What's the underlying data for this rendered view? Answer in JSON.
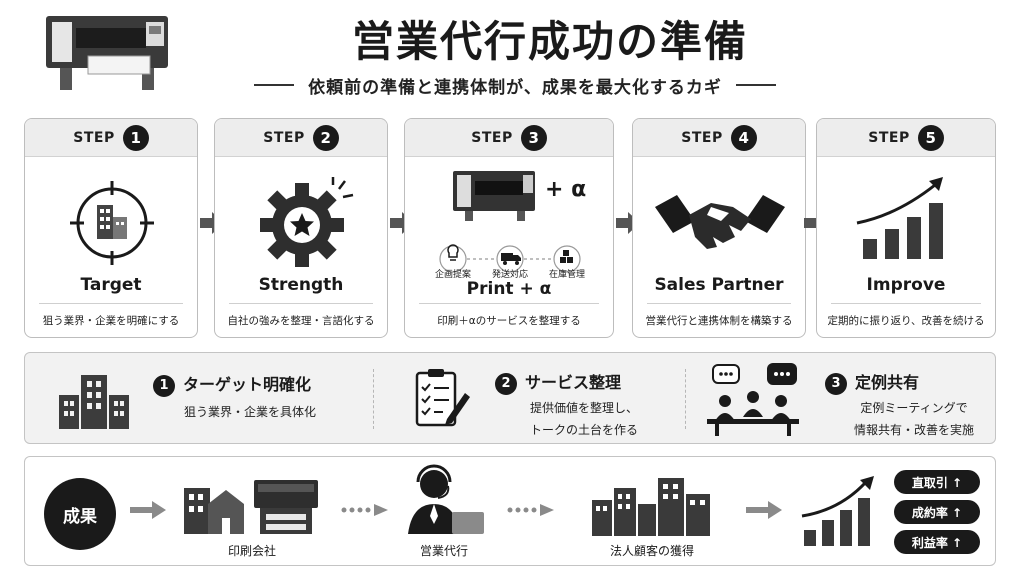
{
  "header": {
    "title": "営業代行成功の準備",
    "subtitle": "依頼前の準備と連携体制が、成果を最大化するカギ"
  },
  "steps": [
    {
      "word": "STEP",
      "num": "1",
      "title": "Target",
      "desc": "狙う業界・企業を明確にする",
      "icon": "target-buildings-icon"
    },
    {
      "word": "STEP",
      "num": "2",
      "title": "Strength",
      "desc": "自社の強みを整理・言語化する",
      "icon": "gear-star-icon"
    },
    {
      "word": "STEP",
      "num": "3",
      "title": "Print + α",
      "desc": "印刷＋αのサービスを整理する",
      "icon": "printer-icon",
      "alpha": "+ α",
      "subitems": [
        "企画提案",
        "発送対応",
        "在庫管理"
      ]
    },
    {
      "word": "STEP",
      "num": "4",
      "title": "Sales Partner",
      "desc": "営業代行と連携体制を構築する",
      "icon": "handshake-icon"
    },
    {
      "word": "STEP",
      "num": "5",
      "title": "Improve",
      "desc": "定期的に振り返り、改善を続ける",
      "icon": "growth-chart-icon"
    }
  ],
  "preparations": [
    {
      "num": "1",
      "title": "ターゲット明確化",
      "desc": "狙う業界・企業を具体化",
      "icon": "building-icon"
    },
    {
      "num": "2",
      "title": "サービス整理",
      "desc": "提供価値を整理し、\nトークの土台を作る",
      "icon": "checklist-icon"
    },
    {
      "num": "3",
      "title": "定例共有",
      "desc": "定例ミーティングで\n情報共有・改善を実施",
      "icon": "meeting-icon"
    }
  ],
  "result": {
    "label": "成果",
    "flow": [
      "印刷会社",
      "営業代行",
      "法人顧客の獲得"
    ],
    "badges": [
      "直取引 ↑",
      "成約率 ↑",
      "利益率 ↑"
    ]
  }
}
